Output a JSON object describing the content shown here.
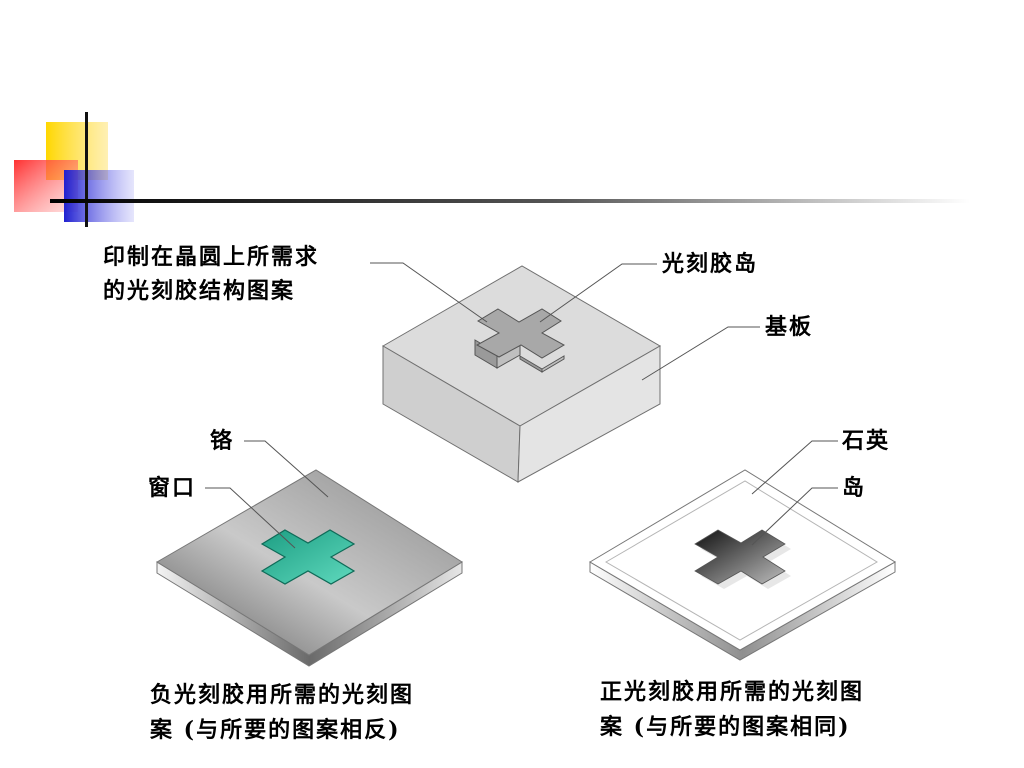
{
  "labels": {
    "mask_pattern_line1": "印制在晶圆上所需求",
    "mask_pattern_line2": "的光刻胶结构图案",
    "photoresist_island": "光刻胶岛",
    "substrate": "基板",
    "chrome": "铬",
    "window": "窗口",
    "quartz": "石英",
    "island": "岛",
    "negative_caption_line1": "负光刻胶用所需的光刻图",
    "negative_caption_line2": "案 (与所要的图案相反)",
    "positive_caption_line1": "正光刻胶用所需的光刻图",
    "positive_caption_line2": "案 (与所要的图案相同)"
  },
  "colors": {
    "title_bar_yellow": "#FFD700",
    "title_bar_red": "#FF3B3B",
    "title_bar_blue": "#2A2ADB",
    "chrome_plate": "#8A8A8A",
    "window_teal": "#2FB89A",
    "substrate_gray": "#D9D9D9"
  }
}
